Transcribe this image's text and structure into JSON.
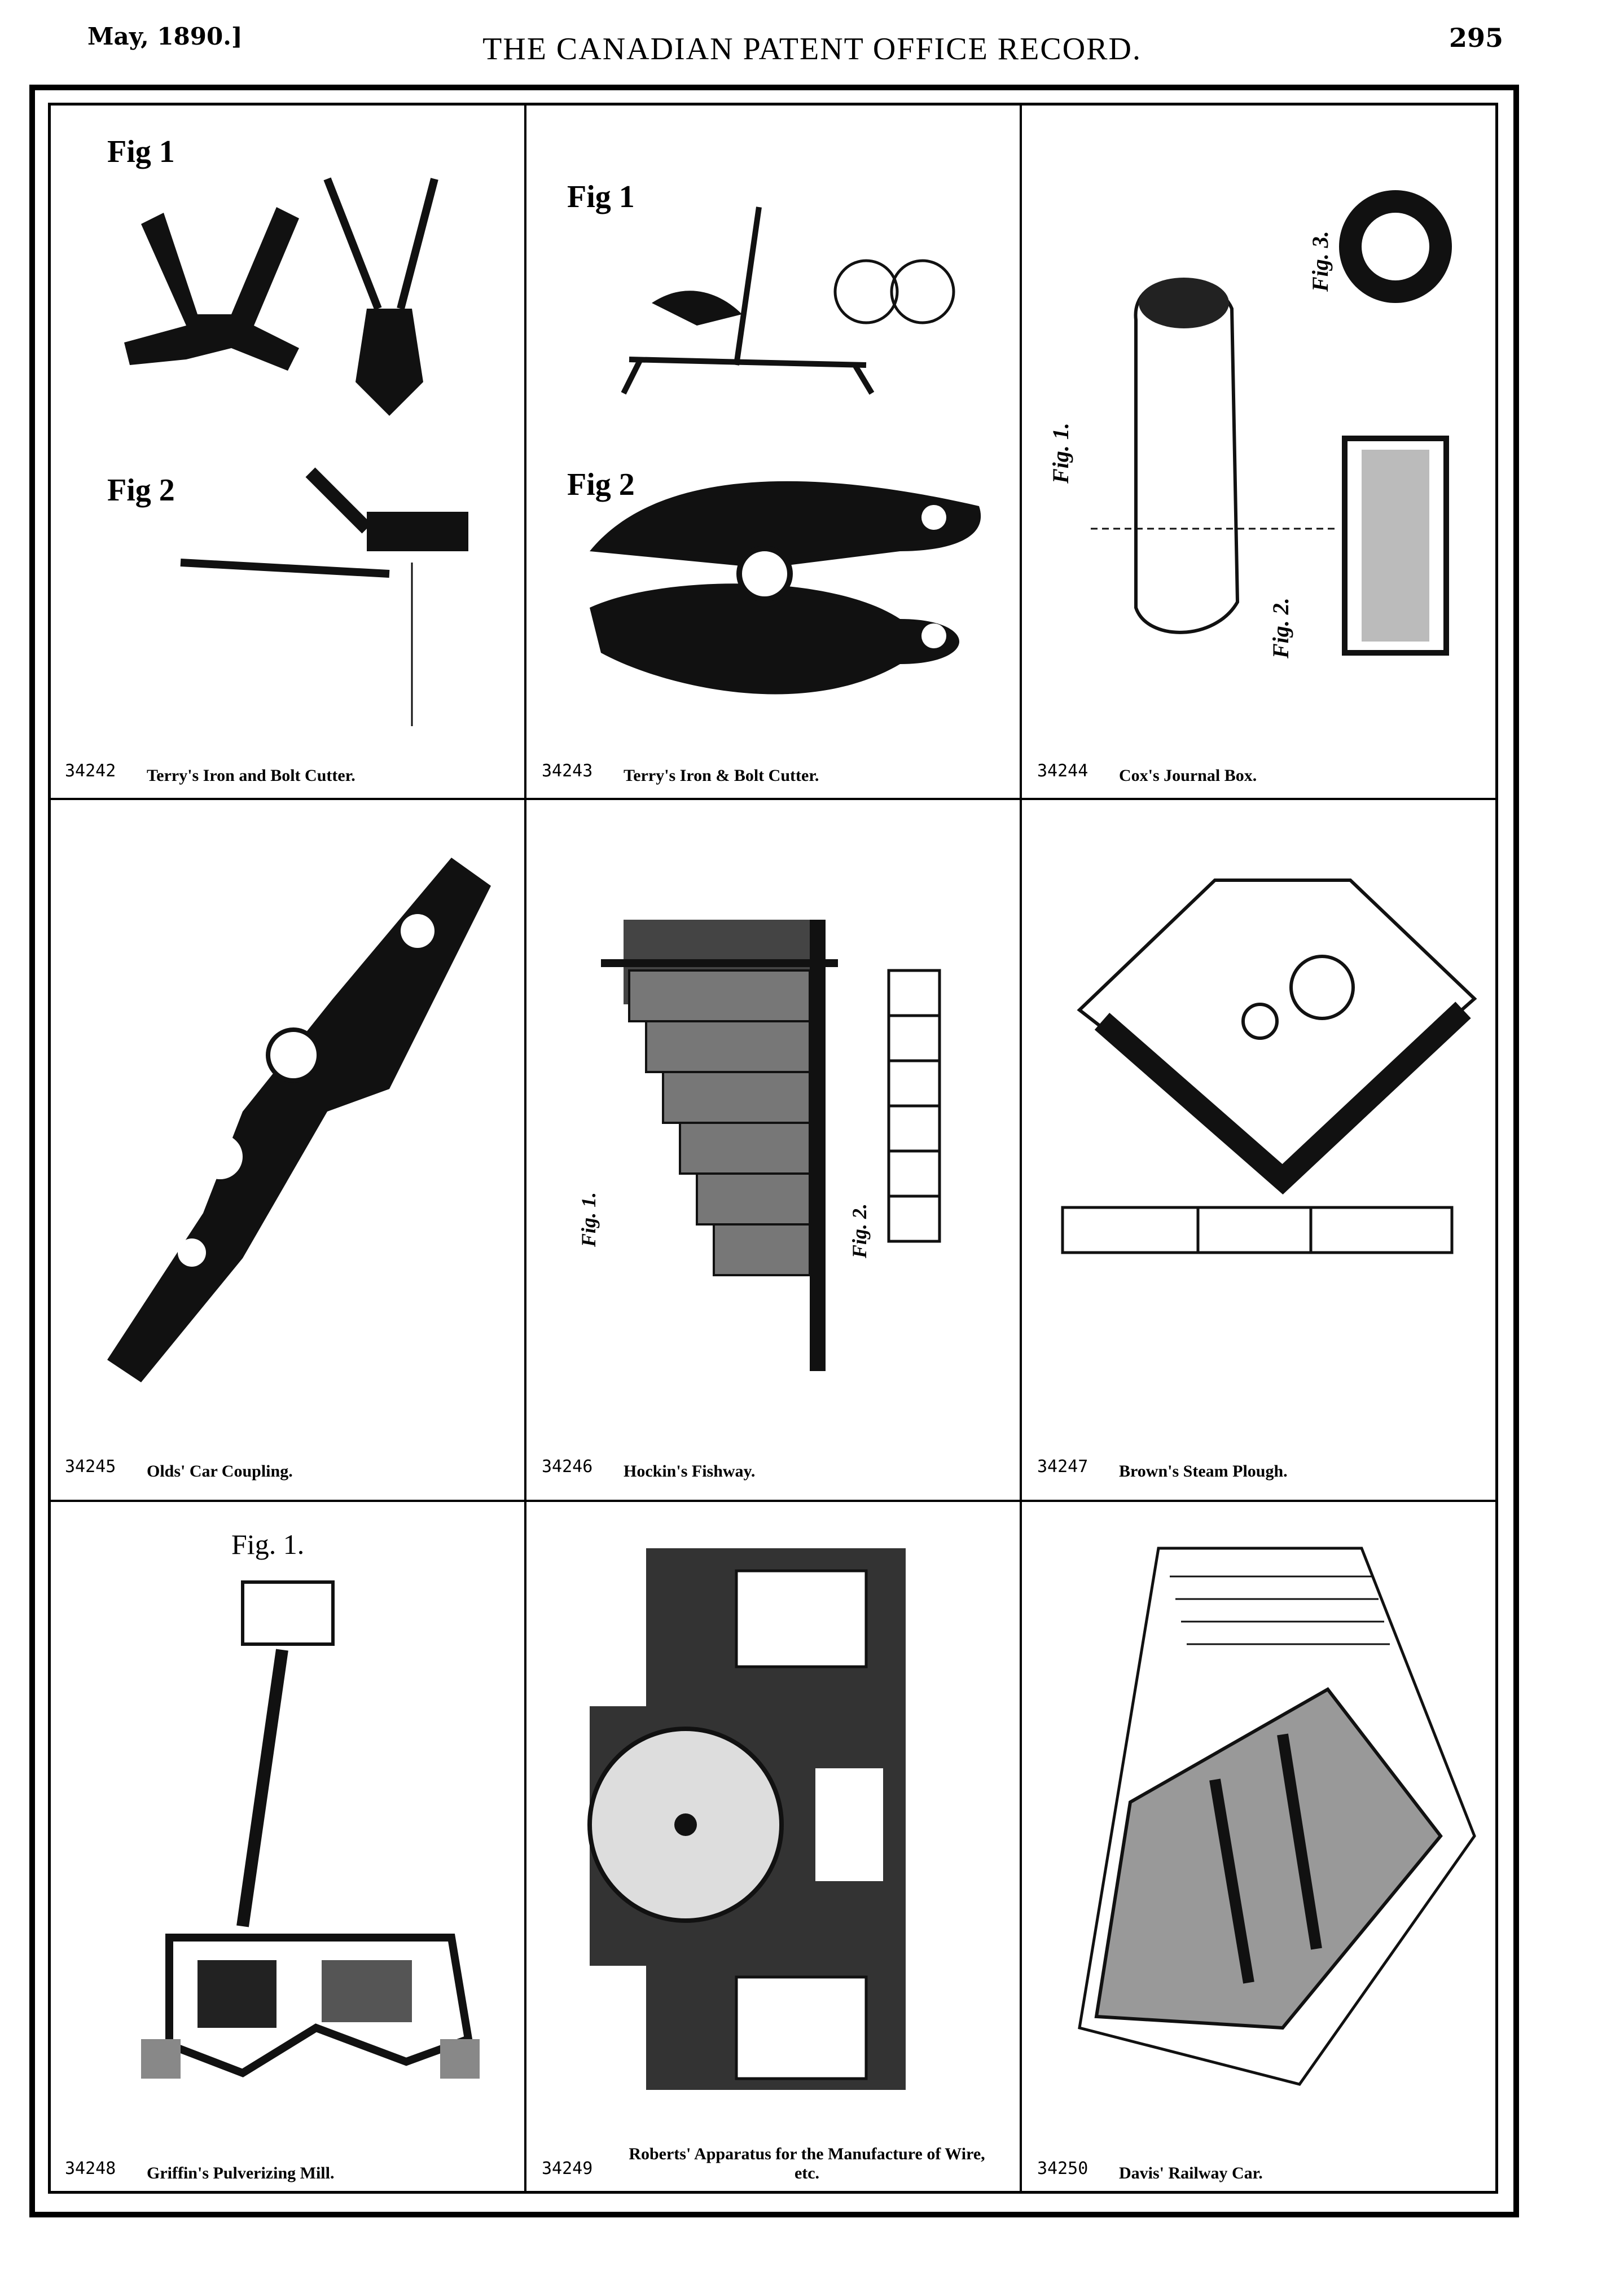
{
  "header": {
    "date": "May, 1890.]",
    "title": "THE CANADIAN PATENT OFFICE RECORD.",
    "page_number": "295"
  },
  "cells": [
    {
      "number": "34242",
      "caption": "Terry's Iron and Bolt Cutter.",
      "fig_labels": [
        "Fig 1",
        "Fig 2"
      ]
    },
    {
      "number": "34243",
      "caption": "Terry's Iron & Bolt Cutter.",
      "fig_labels": [
        "Fig 1",
        "Fig 2"
      ]
    },
    {
      "number": "34244",
      "caption": "Cox's Journal Box.",
      "fig_labels": [
        "Fig. 1.",
        "Fig. 2.",
        "Fig. 3."
      ]
    },
    {
      "number": "34245",
      "caption": "Olds' Car Coupling."
    },
    {
      "number": "34246",
      "caption": "Hockin's Fishway.",
      "fig_labels": [
        "Fig. 1.",
        "Fig. 2."
      ]
    },
    {
      "number": "34247",
      "caption": "Brown's Steam Plough."
    },
    {
      "number": "34248",
      "caption": "Griffin's Pulverizing Mill.",
      "fig_labels": [
        "Fig. 1."
      ]
    },
    {
      "number": "34249",
      "caption": "Roberts' Apparatus for the Manufacture of Wire, etc."
    },
    {
      "number": "34250",
      "caption": "Davis' Railway Car."
    }
  ]
}
